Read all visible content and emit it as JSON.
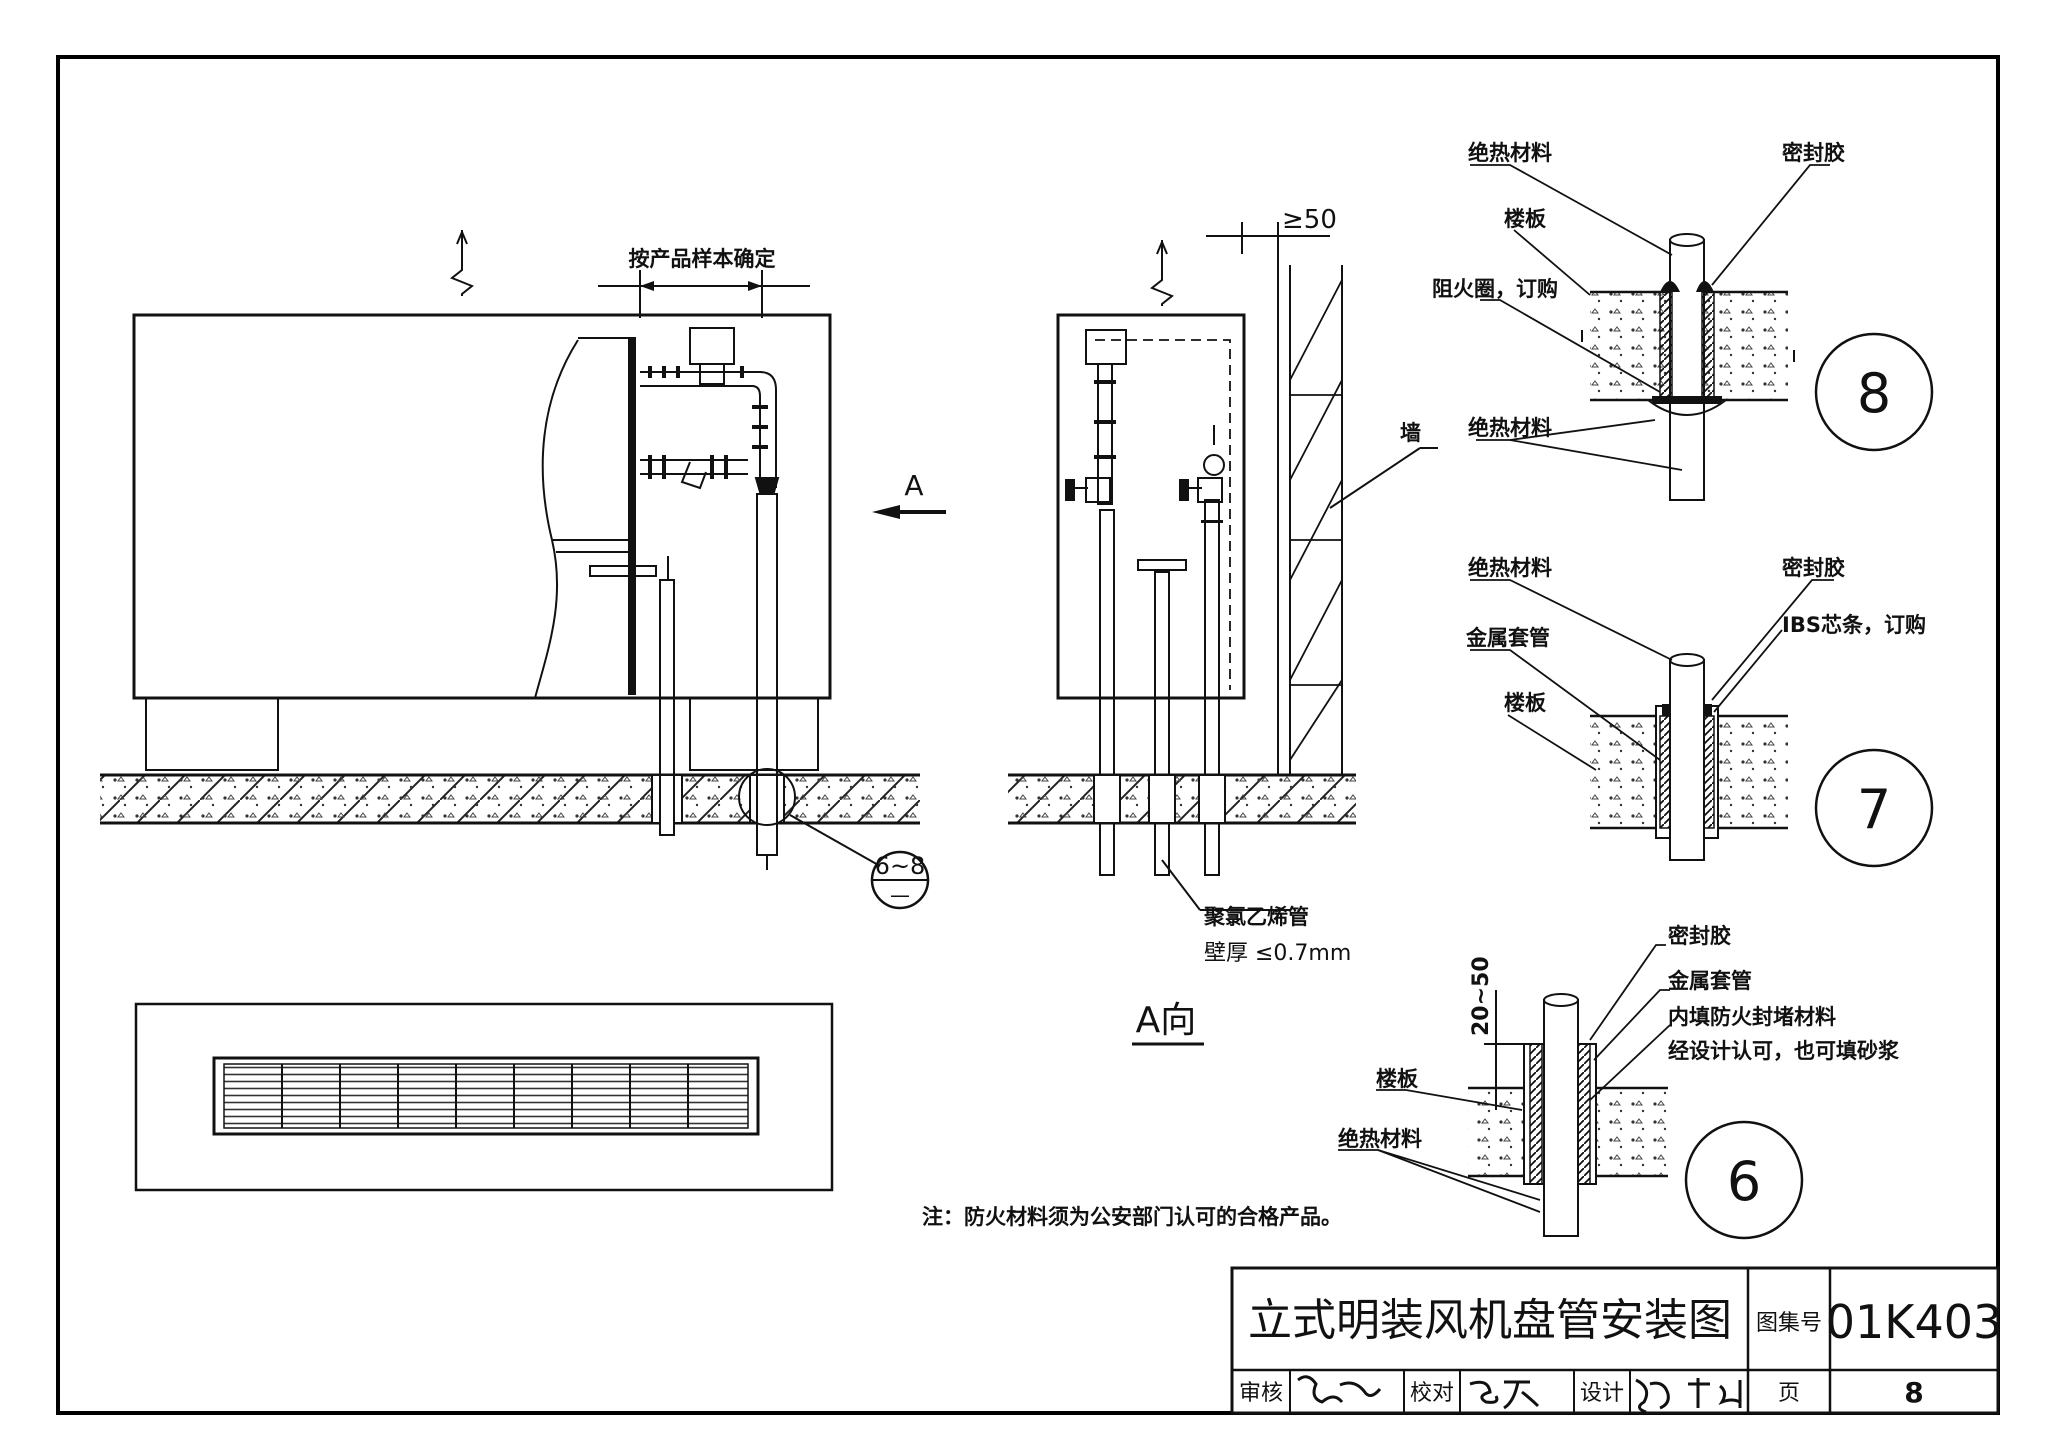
{
  "drawing": {
    "side_view": {
      "dim_label": "按产品样本确定",
      "view_arrow_letter": "A",
      "detail_ref": "6~8",
      "detail_ref_sheet": "—"
    },
    "a_view": {
      "dim_label": "≥50",
      "wall_label": "墙",
      "pipe_label": "聚氯乙烯管",
      "pipe_wall_label": "壁厚 ≤0.7mm",
      "view_title": "A向"
    },
    "detail_8": {
      "number": "8",
      "labels": {
        "insulation_top": "绝热材料",
        "sealant": "密封胶",
        "floor_slab": "楼板",
        "fire_collar": "阻火圈，订购",
        "insulation_bottom": "绝热材料"
      }
    },
    "detail_7": {
      "number": "7",
      "labels": {
        "insulation": "绝热材料",
        "sealant": "密封胶",
        "ibs": "IBS芯条，订购",
        "metal_sleeve": "金属套管",
        "floor_slab": "楼板"
      }
    },
    "detail_6": {
      "number": "6",
      "labels": {
        "sealant": "密封胶",
        "metal_sleeve": "金属套管",
        "fill_1": "内填防火封堵材料",
        "fill_2": "经设计认可，也可填砂浆",
        "floor_slab": "楼板",
        "insulation": "绝热材料",
        "dim": "20~50"
      }
    },
    "note": "注：防火材料须为公安部门认可的合格产品。"
  },
  "title_block": {
    "title": "立式明装风机盘管安装图",
    "atlas_label": "图集号",
    "atlas_no": "01K403",
    "review_label": "审核",
    "check_label": "校对",
    "design_label": "设计",
    "page_label": "页",
    "page_no": "8"
  }
}
